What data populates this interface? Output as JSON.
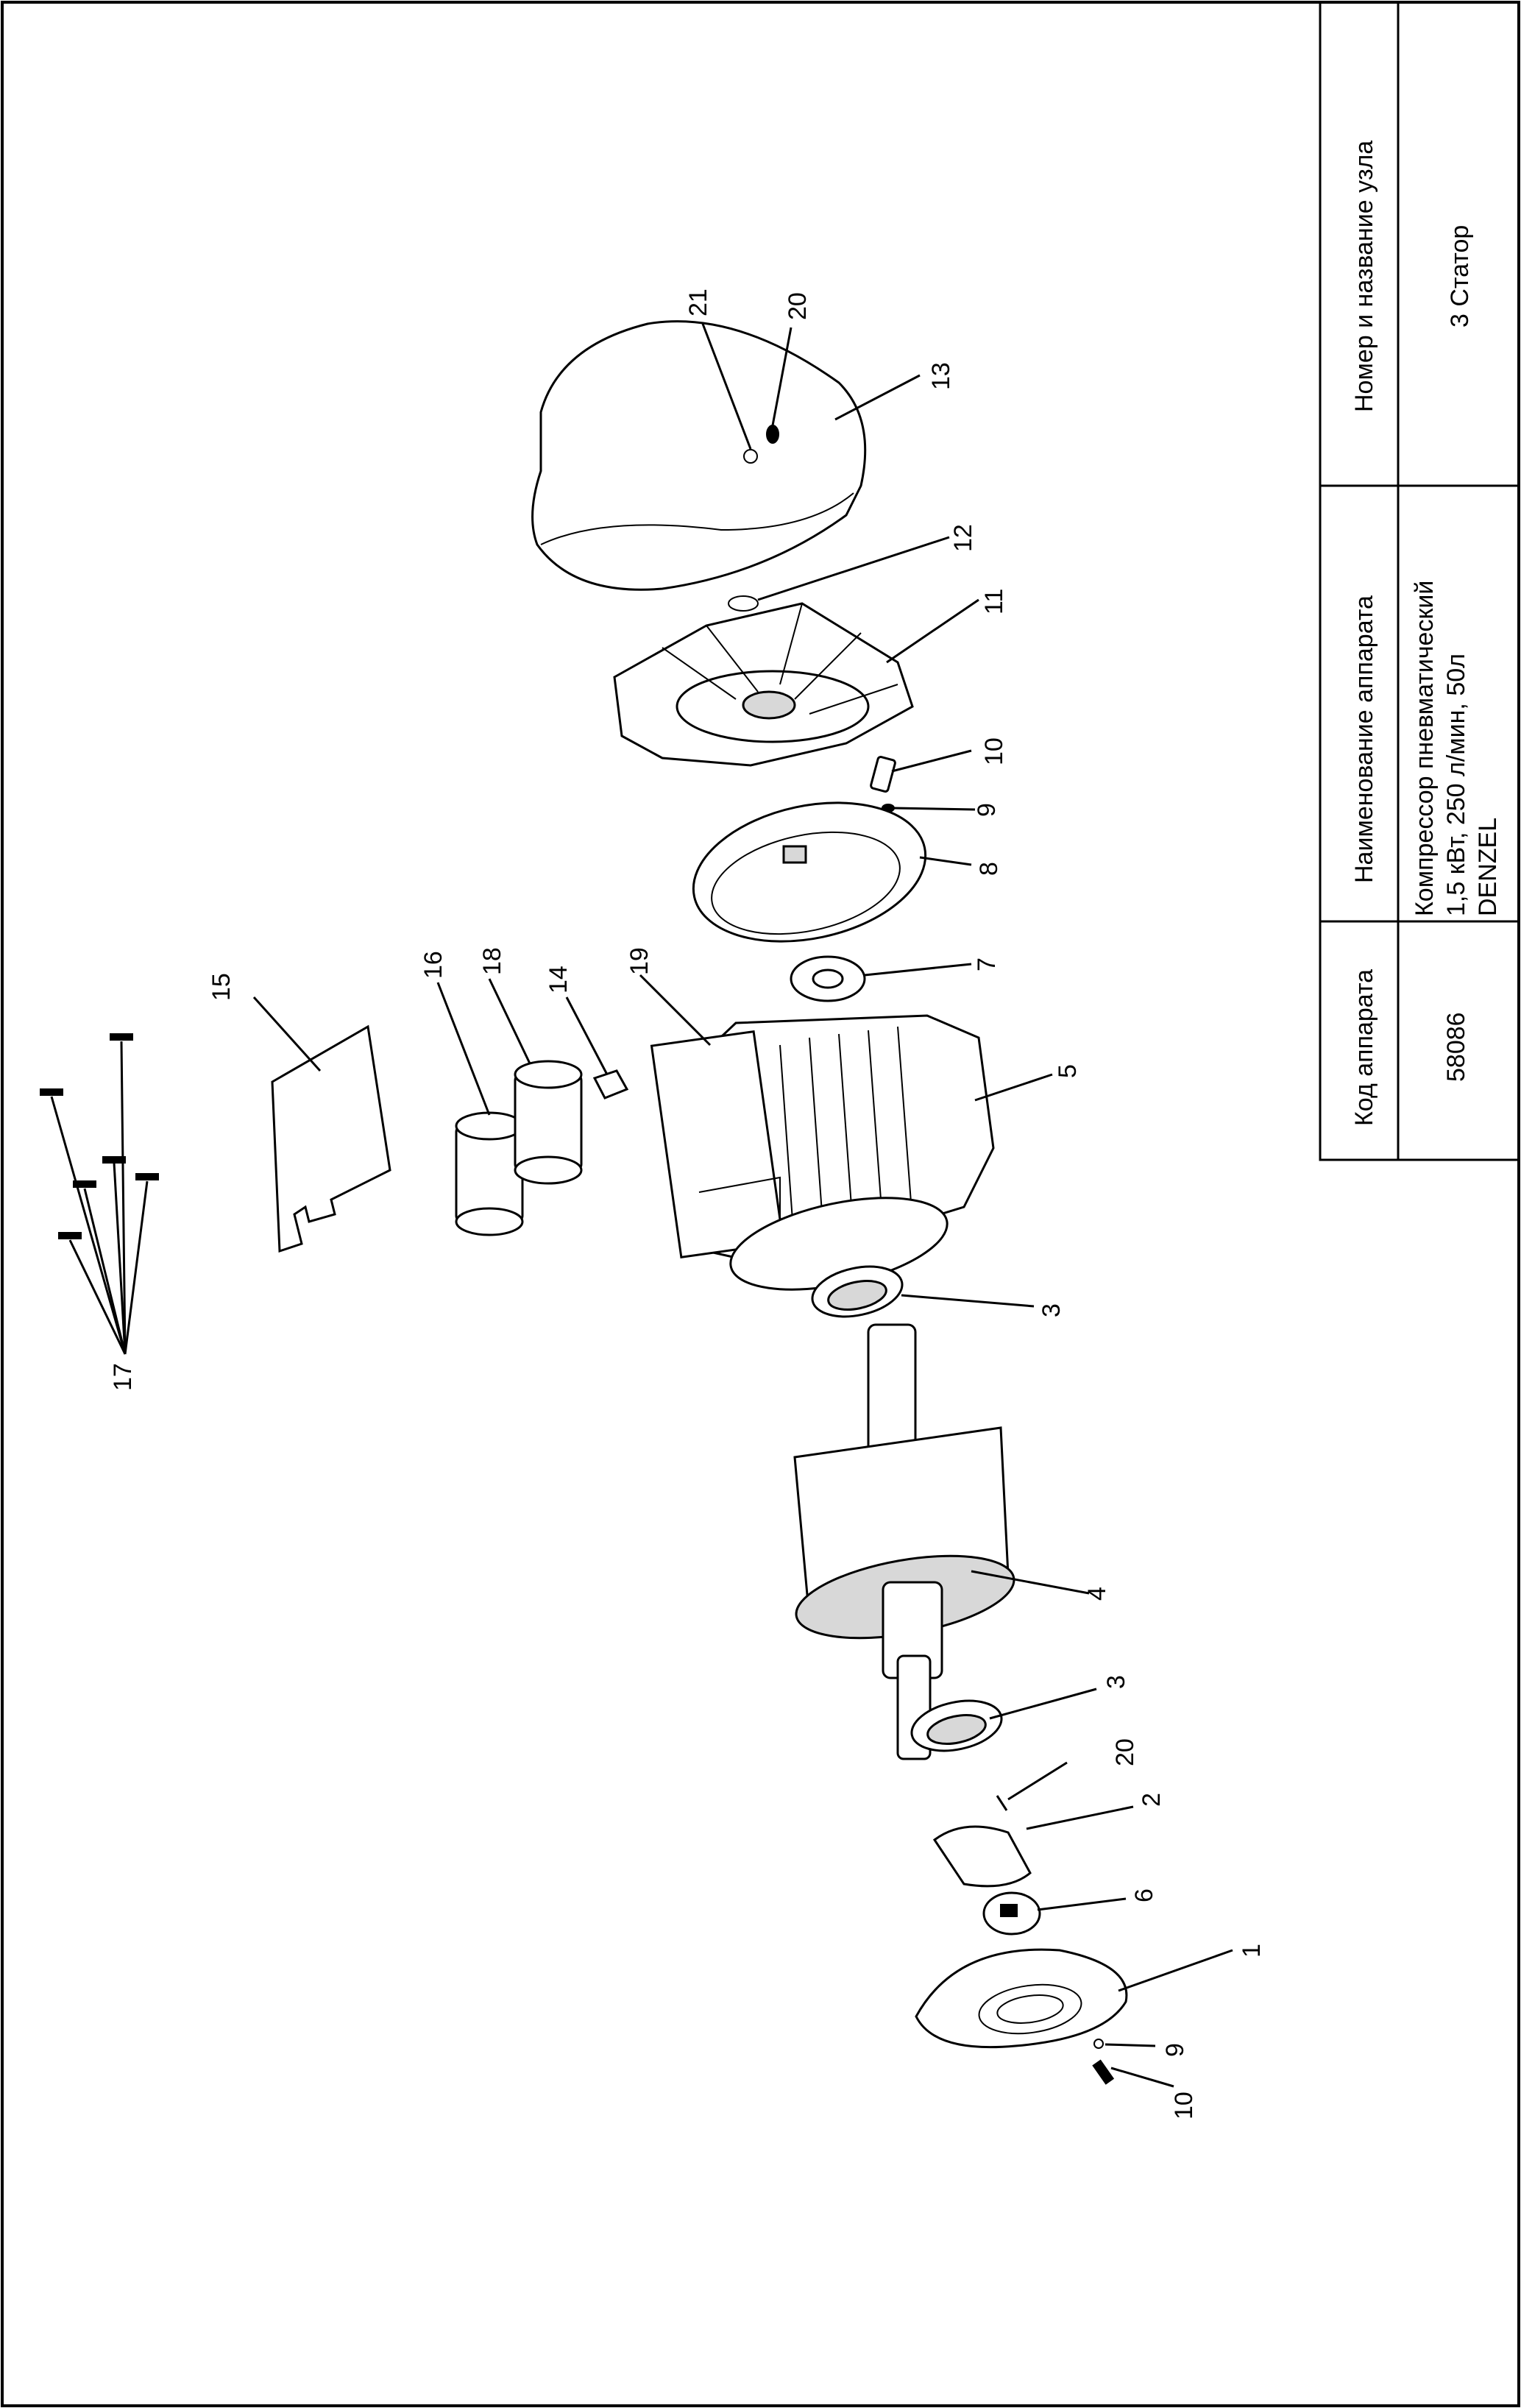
{
  "title_block": {
    "headers": {
      "code": "Код аппарата",
      "name": "Наименование аппарата",
      "unit": "Номер и название узла"
    },
    "values": {
      "code": "58086",
      "name_lines": [
        "Компрессор пневматический",
        "1,5 кВт, 250 л/мин, 50л",
        "DENZEL"
      ],
      "unit": "3 Статор"
    }
  },
  "callouts": [
    "1",
    "2",
    "3",
    "3",
    "4",
    "5",
    "6",
    "7",
    "8",
    "9",
    "9",
    "10",
    "10",
    "11",
    "12",
    "13",
    "14",
    "15",
    "16",
    "17",
    "18",
    "19",
    "20",
    "20",
    "21"
  ]
}
